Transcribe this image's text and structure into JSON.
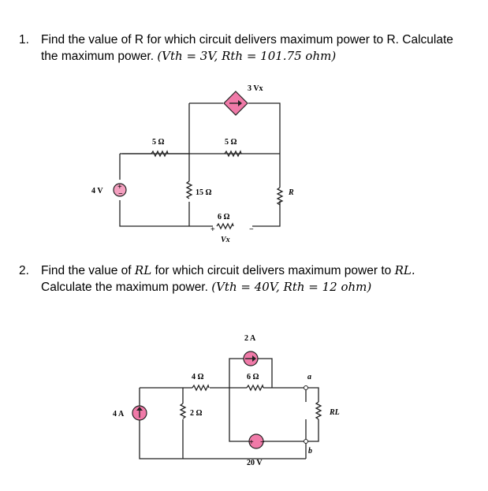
{
  "q1": {
    "number": "1.",
    "line1": "Find the value of R for which circuit delivers maximum power to R. Calculate",
    "line2_text": "the maximum power. ",
    "line2_math": "(Vth = 3V, Rth = 101.75 ohm)",
    "circuit": {
      "source_v": "4 V",
      "r1": "5 Ω",
      "r2": "5 Ω",
      "r3": "15 Ω",
      "r4": "6 Ω",
      "r_load": "R",
      "dep_source": "3 Vx",
      "vx_label": "Vx",
      "plus": "+",
      "minus": "−"
    }
  },
  "q2": {
    "number": "2.",
    "line1_text": "Find the value of ",
    "line1_math1": "RL",
    "line1_text2": " for which circuit delivers maximum power to ",
    "line1_math2": "RL.",
    "line2_text": "Calculate the maximum power. ",
    "line2_math": "(Vth = 40V, Rth = 12 ohm)",
    "circuit": {
      "source_i1": "4 A",
      "source_i2": "2 A",
      "r1": "4 Ω",
      "r2": "2 Ω",
      "r3": "6 Ω",
      "source_v": "20 V",
      "r_load": "RL",
      "node_a": "a",
      "node_b": "b"
    }
  }
}
